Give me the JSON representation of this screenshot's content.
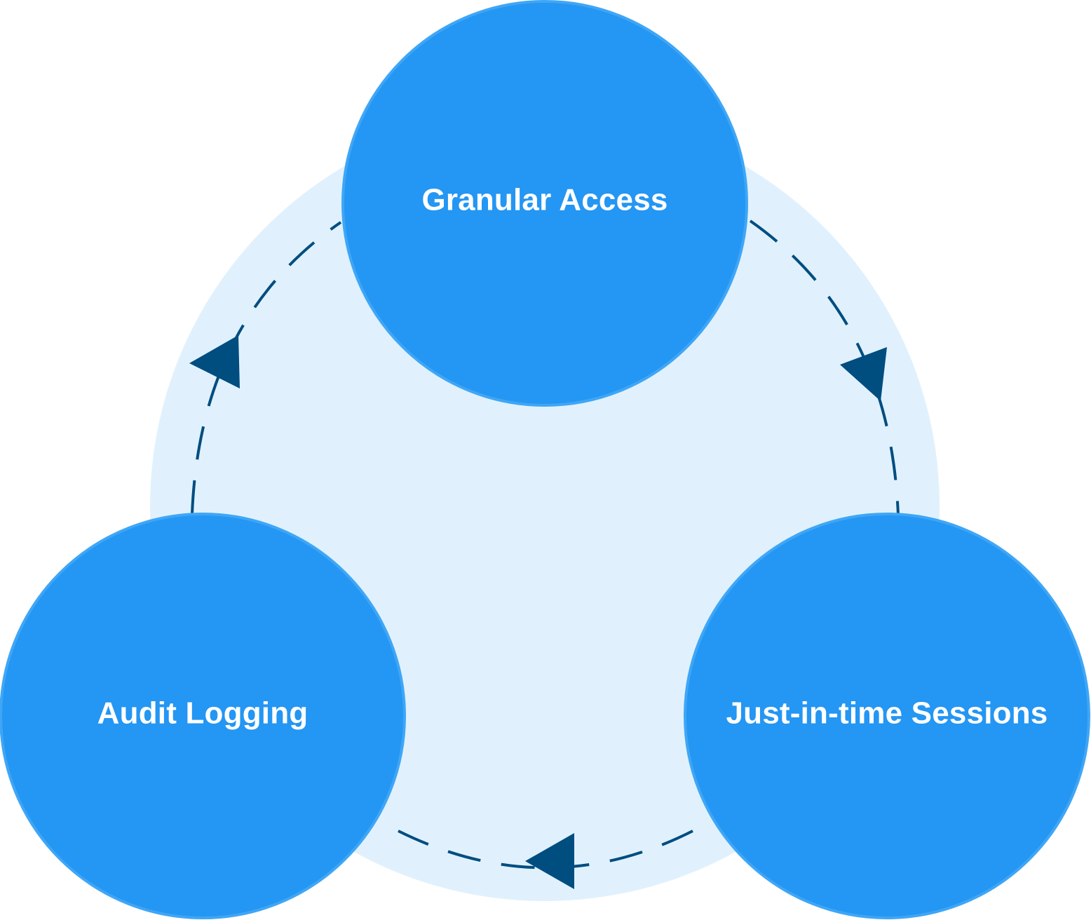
{
  "colors": {
    "page_background": "#ffffff",
    "backdrop": "#e0f1fd",
    "node_fill": "#2496f3",
    "node_stroke": "#3fa6f6",
    "label_text": "#ffffff",
    "connector": "#004d80"
  },
  "nodes": [
    {
      "id": "granular-access",
      "label": "Granular Access"
    },
    {
      "id": "just-in-time-sessions",
      "label": "Just-in-time Sessions"
    },
    {
      "id": "audit-logging",
      "label": "Audit Logging"
    }
  ],
  "edges": [
    {
      "from": "granular-access",
      "to": "just-in-time-sessions",
      "style": "dashed",
      "arrow": "triangle"
    },
    {
      "from": "just-in-time-sessions",
      "to": "audit-logging",
      "style": "dashed",
      "arrow": "triangle"
    },
    {
      "from": "audit-logging",
      "to": "granular-access",
      "style": "dashed",
      "arrow": "triangle"
    }
  ]
}
